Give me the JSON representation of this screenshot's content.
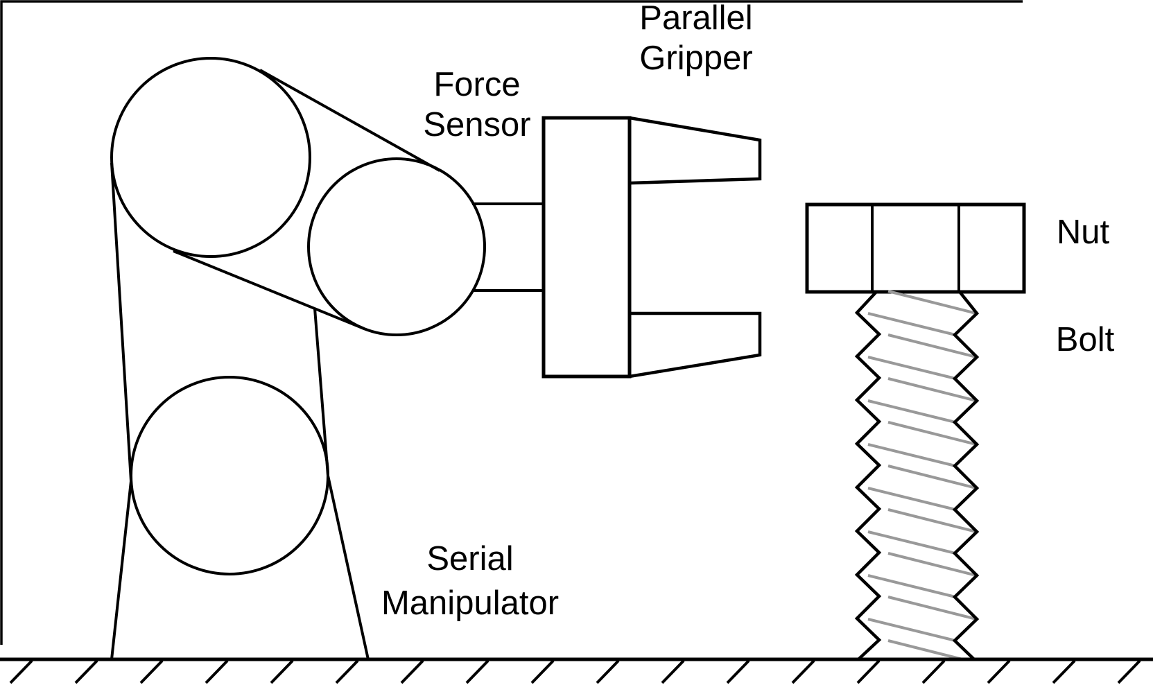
{
  "figure": {
    "type": "line-diagram",
    "description": "Robot serial manipulator with force sensor and parallel gripper approaching a nut to thread onto a bolt fixed to the ground",
    "background": "#ffffff",
    "colors": {
      "outline": "#000000",
      "thread_helix": "#999999",
      "text": "#000000",
      "ground": "#000000"
    },
    "labels": {
      "force_sensor": {
        "line1": "Force",
        "line2": "Sensor"
      },
      "parallel_gripper": {
        "line1": "Parallel",
        "line2": "Gripper"
      },
      "serial_manipulator": {
        "line1": "Serial",
        "line2": "Manipulator"
      },
      "nut": "Nut",
      "bolt": "Bolt"
    }
  }
}
